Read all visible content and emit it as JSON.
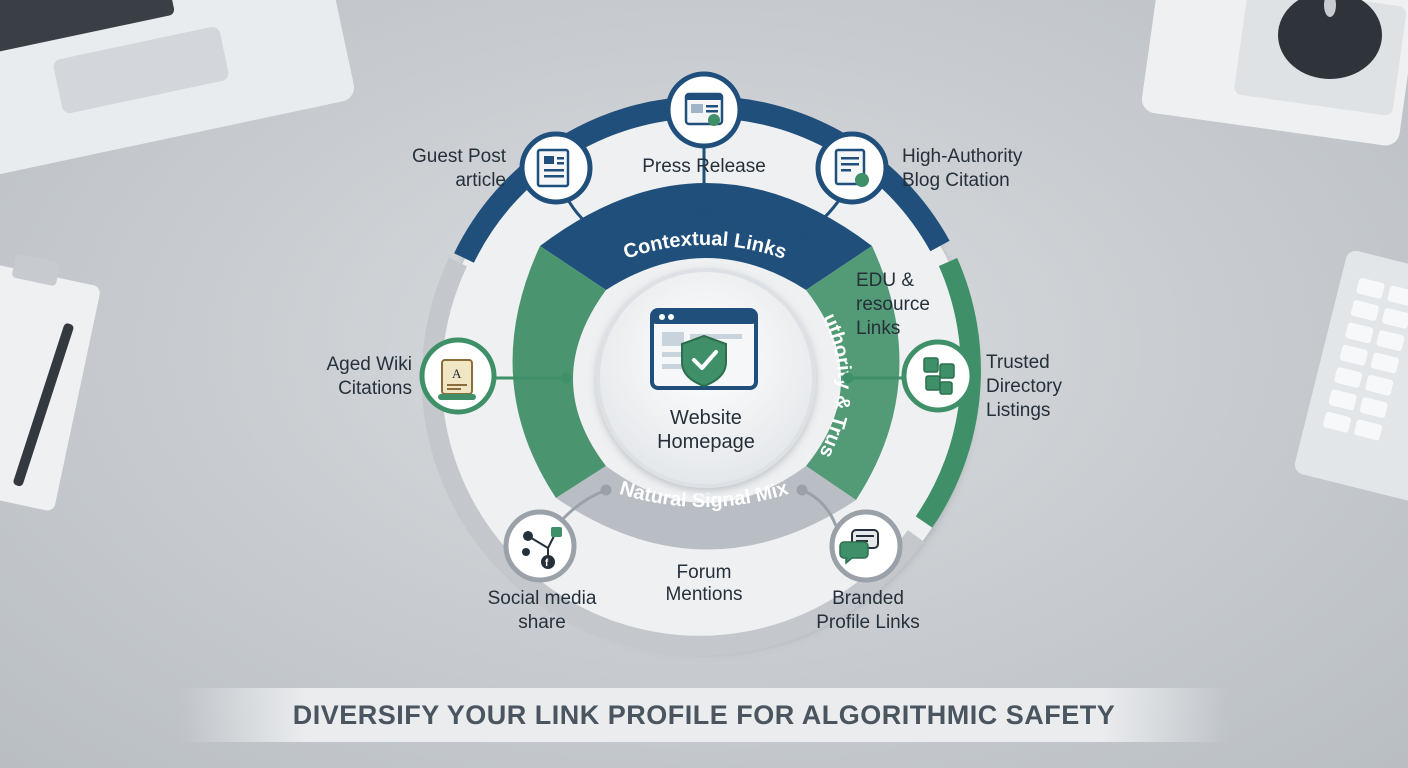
{
  "colors": {
    "navy": "#1f4f7a",
    "green": "#3f9068",
    "gray": "#b9bec4",
    "inner_green": "#4a9570",
    "label_dark": "#26303a"
  },
  "center": {
    "icon": "website-shield-icon",
    "line1": "Website",
    "line2": "Homepage"
  },
  "segments": {
    "contextual": "Contextual Links",
    "authority": "Authority & Trust",
    "natural": "Natural Signal Mix"
  },
  "nodes": {
    "press_release": {
      "label": "Press Release",
      "icon": "press-release-icon"
    },
    "guest_post": {
      "line1": "Guest Post",
      "line2": "article",
      "icon": "article-document-icon"
    },
    "blog_citation": {
      "line1": "High-Authority",
      "line2": "Blog Citation",
      "icon": "blog-citation-icon"
    },
    "edu": {
      "line1": "EDU &",
      "line2": "resource",
      "line3": "Links"
    },
    "directory": {
      "line1": "Trusted",
      "line2": "Directory",
      "line3": "Listings",
      "icon": "directory-blocks-icon"
    },
    "wiki": {
      "line1": "Aged Wiki",
      "line2": "Citations",
      "icon": "wiki-scroll-icon"
    },
    "social": {
      "line1": "Social media",
      "line2": "share",
      "icon": "social-network-icon"
    },
    "forum": {
      "line1": "Forum",
      "line2": "Mentions"
    },
    "branded": {
      "line1": "Branded",
      "line2": "Profile Links",
      "icon": "chat-bubbles-icon"
    }
  },
  "banner": "DIVERSIFY YOUR LINK PROFILE FOR ALGORITHMIC SAFETY"
}
